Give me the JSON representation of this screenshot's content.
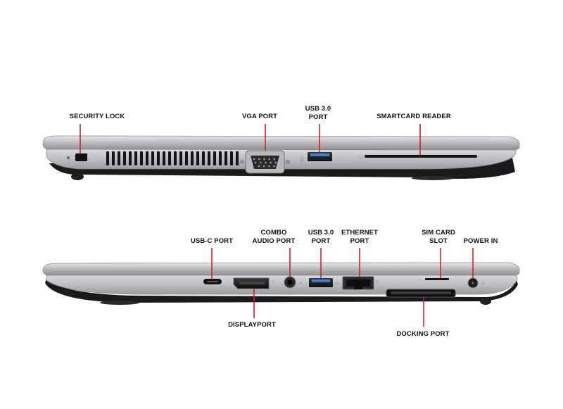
{
  "accent_color": "#d0202a",
  "top_side": {
    "labels": {
      "security_lock": "SECURITY LOCK",
      "vga_port": "VGA PORT",
      "usb30_port": "USB 3.0\nPORT",
      "smartcard_reader": "SMARTCARD READER"
    }
  },
  "bottom_side": {
    "labels": {
      "usbc_port": "USB-C PORT",
      "combo_audio_port": "COMBO\nAUDIO PORT",
      "usb30_port": "USB 3.0\nPORT",
      "ethernet_port": "ETHERNET\nPORT",
      "sim_card_slot": "SIM CARD\nSLOT",
      "power_in": "POWER IN",
      "displayport": "DISPLAYPORT",
      "docking_port": "DOCKING PORT"
    }
  }
}
